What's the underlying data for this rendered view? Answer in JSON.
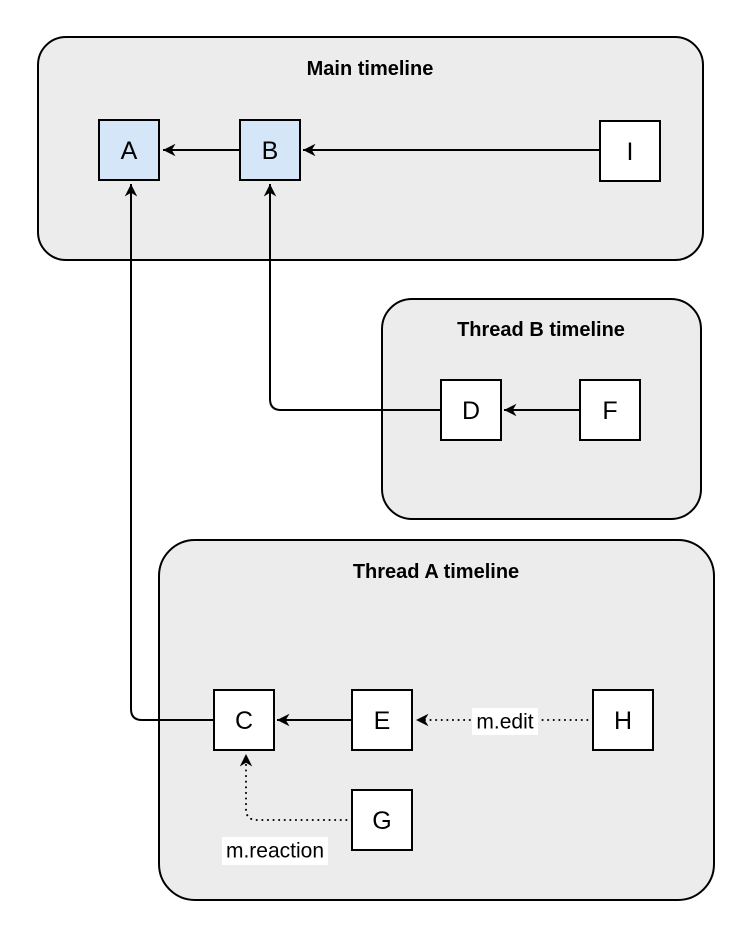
{
  "diagram": {
    "type": "event-graph",
    "containers": {
      "main": {
        "title": "Main timeline",
        "nodes": [
          "A",
          "B",
          "I"
        ]
      },
      "thread_b": {
        "title": "Thread B timeline",
        "nodes": [
          "D",
          "F"
        ]
      },
      "thread_a": {
        "title": "Thread A timeline",
        "nodes": [
          "C",
          "E",
          "H",
          "G"
        ]
      }
    },
    "nodes": {
      "A": {
        "label": "A",
        "style": "highlight"
      },
      "B": {
        "label": "B",
        "style": "highlight"
      },
      "I": {
        "label": "I",
        "style": "plain"
      },
      "D": {
        "label": "D",
        "style": "plain"
      },
      "F": {
        "label": "F",
        "style": "plain"
      },
      "C": {
        "label": "C",
        "style": "plain"
      },
      "E": {
        "label": "E",
        "style": "plain"
      },
      "H": {
        "label": "H",
        "style": "plain"
      },
      "G": {
        "label": "G",
        "style": "plain"
      }
    },
    "edges": [
      {
        "from": "B",
        "to": "A",
        "style": "solid",
        "label": ""
      },
      {
        "from": "I",
        "to": "B",
        "style": "solid",
        "label": ""
      },
      {
        "from": "F",
        "to": "D",
        "style": "solid",
        "label": ""
      },
      {
        "from": "D",
        "to": "B",
        "style": "solid",
        "label": ""
      },
      {
        "from": "E",
        "to": "C",
        "style": "solid",
        "label": ""
      },
      {
        "from": "C",
        "to": "A",
        "style": "solid",
        "label": ""
      },
      {
        "from": "H",
        "to": "E",
        "style": "dotted",
        "label": "m.edit"
      },
      {
        "from": "G",
        "to": "C",
        "style": "dotted",
        "label": "m.reaction"
      }
    ],
    "colors": {
      "container_fill": "#ececec",
      "node_highlight_fill": "#d5e6f8",
      "node_fill": "#ffffff",
      "stroke": "#000000",
      "background": "#ffffff"
    }
  }
}
